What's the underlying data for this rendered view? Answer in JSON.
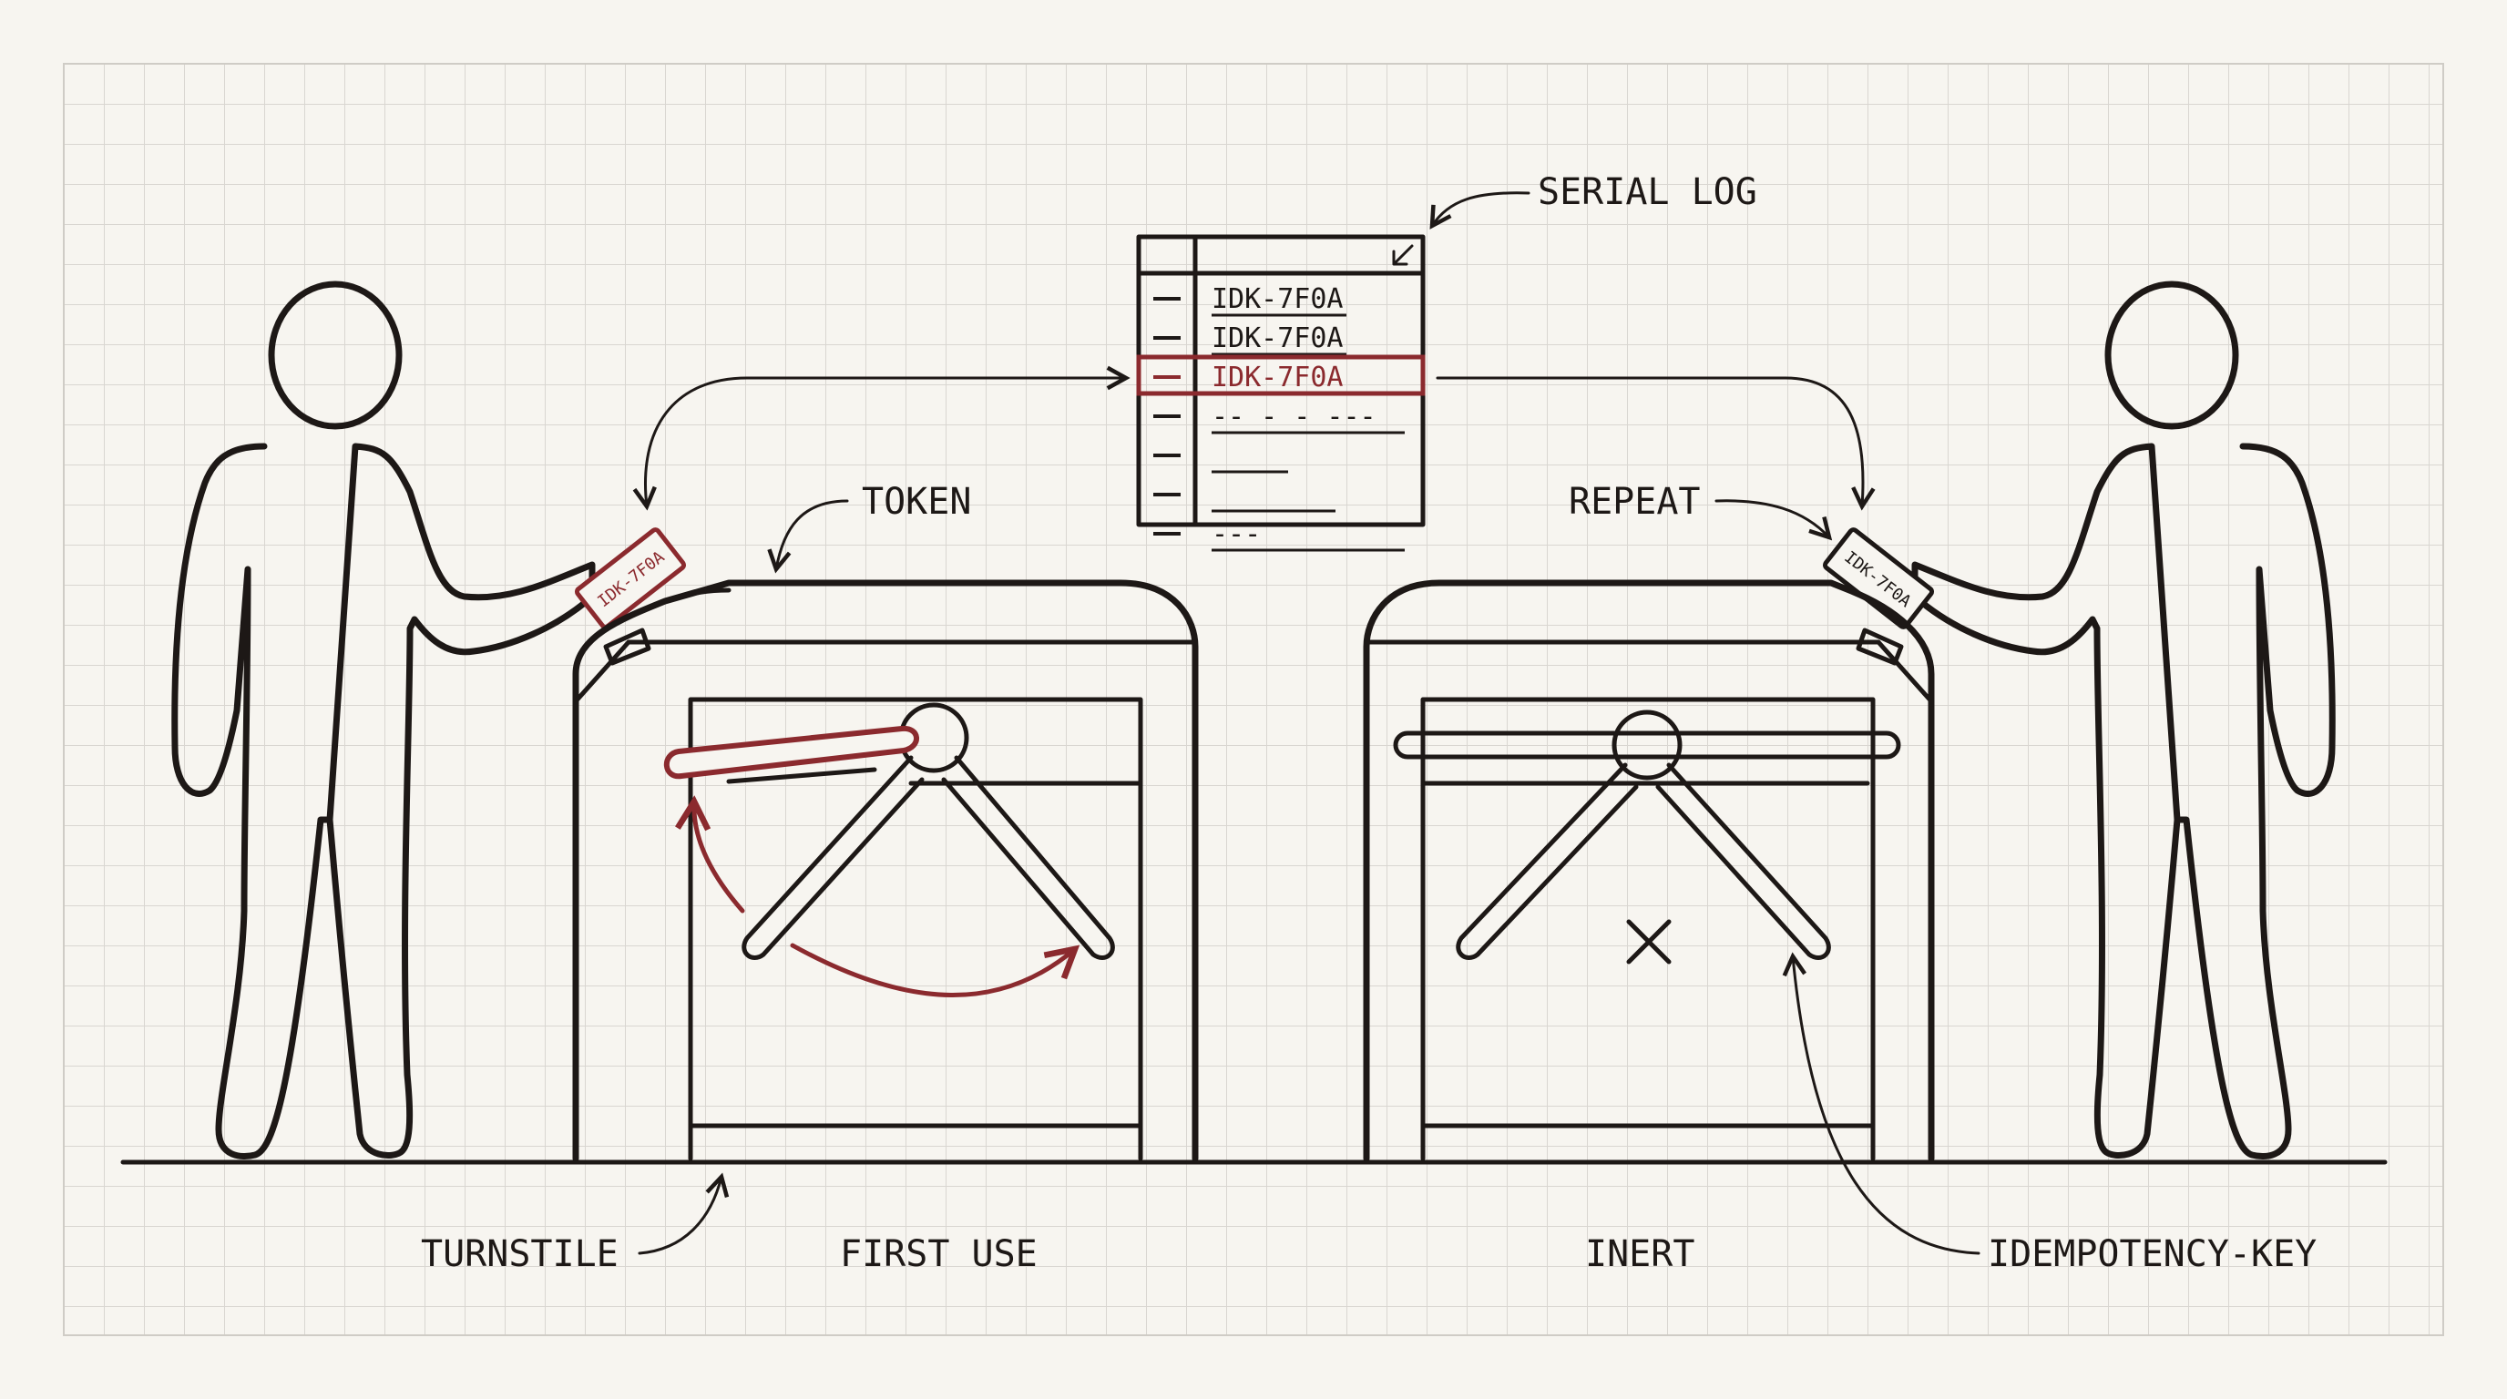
{
  "colors": {
    "ink": "#1d1816",
    "accent": "#8b2a2e",
    "paper": "#f7f5f0",
    "grid": "#d9d6d1"
  },
  "labels": {
    "serial_log": "SERIAL LOG",
    "token": "TOKEN",
    "repeat": "REPEAT",
    "turnstile": "TURNSTILE",
    "first_use": "FIRST USE",
    "inert": "INERT",
    "idempotency_key": "IDEMPOTENCY-KEY"
  },
  "serial_log": {
    "rows": [
      {
        "text": "IDK-7F0A",
        "highlighted": false
      },
      {
        "text": "IDK-7F0A",
        "highlighted": false
      },
      {
        "text": "IDK-7F0A",
        "highlighted": true
      },
      {
        "text": "-- - - ---",
        "highlighted": false
      },
      {
        "text": "",
        "highlighted": false
      },
      {
        "text": "",
        "highlighted": false
      },
      {
        "text": "---",
        "highlighted": false
      }
    ]
  },
  "tokens": {
    "left": "IDK-7F0A",
    "right": "IDK-7F0A"
  }
}
